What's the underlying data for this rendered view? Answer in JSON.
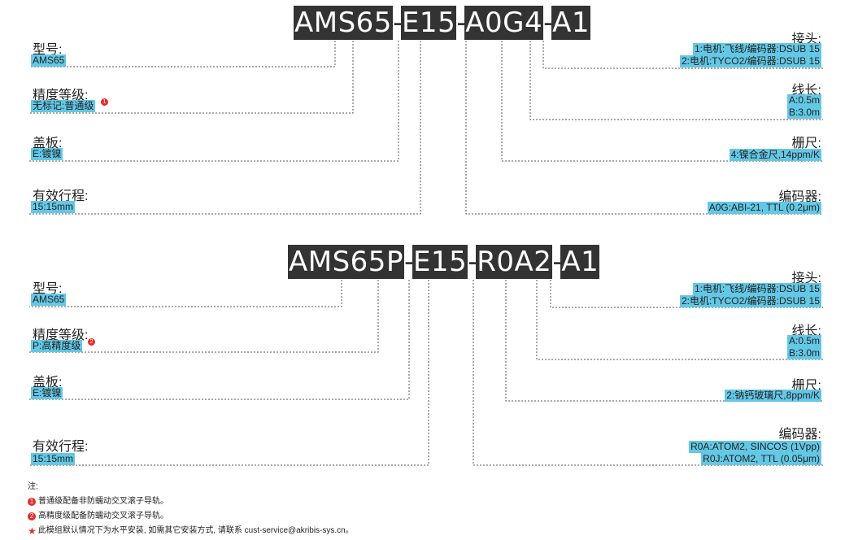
{
  "diagram1": {
    "code_segments": [
      "AMS65",
      "E15",
      "A0G4",
      "A1"
    ],
    "separator": "-",
    "left": [
      {
        "label": "型号:",
        "values": [
          "AMS65"
        ]
      },
      {
        "label": "精度等级:",
        "values": [
          "无标记:普通级"
        ],
        "badge": "1"
      },
      {
        "label": "盖板:",
        "values": [
          "E:镀镍"
        ]
      },
      {
        "label": "有效行程:",
        "values": [
          "15:15mm"
        ]
      }
    ],
    "right": [
      {
        "label": "接头:",
        "values": [
          "1:电机:飞线/编码器:DSUB 15",
          "2:电机:TYCO2/编码器:DSUB 15"
        ]
      },
      {
        "label": "线长:",
        "values": [
          "A:0.5m",
          "B:3.0m"
        ]
      },
      {
        "label": "栅尺:",
        "values": [
          "4:镍合金尺,14ppm/K"
        ]
      },
      {
        "label": "编码器:",
        "values": [
          "A0G:ABI-21, TTL (0.2μm)"
        ]
      }
    ]
  },
  "diagram2": {
    "code_segments": [
      "AMS65P",
      "E15",
      "R0A2",
      "A1"
    ],
    "separator": "-",
    "left": [
      {
        "label": "型号:",
        "values": [
          "AMS65"
        ]
      },
      {
        "label": "精度等级:",
        "values": [
          "P:高精度级"
        ],
        "badge": "2"
      },
      {
        "label": "盖板:",
        "values": [
          "E:镀镍"
        ]
      },
      {
        "label": "有效行程:",
        "values": [
          "15:15mm"
        ]
      }
    ],
    "right": [
      {
        "label": "接头:",
        "values": [
          "1:电机:飞线/编码器:DSUB 15",
          "2:电机:TYCO2/编码器:DSUB 15"
        ]
      },
      {
        "label": "线长:",
        "values": [
          "A:0.5m",
          "B:3.0m"
        ]
      },
      {
        "label": "栅尺:",
        "values": [
          "2:钠钙玻璃尺,8ppm/K"
        ]
      },
      {
        "label": "编码器:",
        "values": [
          "R0A:ATOM2, SINCOS (1Vpp)",
          "R0J:ATOM2, TTL (0.05μm)"
        ]
      }
    ]
  },
  "notes": {
    "title": "注:",
    "items": [
      {
        "marker": "1",
        "text": "普通级配备非防蠕动交叉滚子导轨。"
      },
      {
        "marker": "2",
        "text": "高精度级配备防蠕动交叉滚子导轨。"
      },
      {
        "marker": "★",
        "text": "此模组默认情况下为水平安装, 如需其它安装方式, 请联系 cust-service@akribis-sys.cn。"
      }
    ]
  },
  "colors": {
    "accent": "#63c8e6",
    "code_bg": "#333333",
    "badge": "#e52b2b"
  }
}
